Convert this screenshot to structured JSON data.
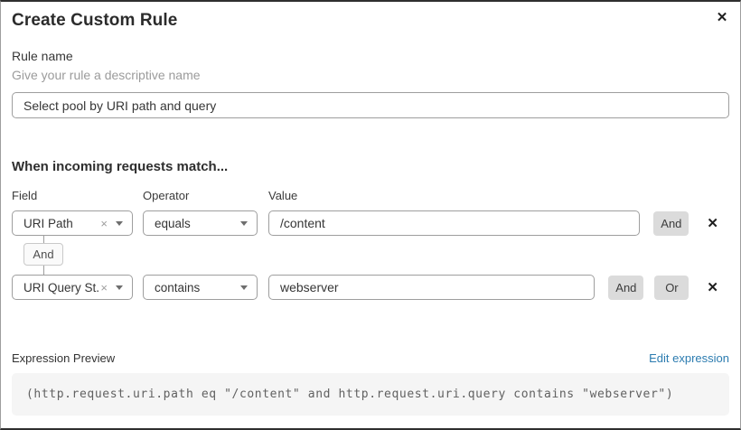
{
  "modal": {
    "title": "Create Custom Rule",
    "close_icon": "✕"
  },
  "rule_name": {
    "label": "Rule name",
    "helper": "Give your rule a descriptive name",
    "value": "Select pool by URI path and query"
  },
  "matcher": {
    "heading": "When incoming requests match...",
    "columns": {
      "field": "Field",
      "operator": "Operator",
      "value": "Value"
    },
    "rows": [
      {
        "field": "URI Path",
        "operator": "equals",
        "value": "/content",
        "buttons": [
          "And"
        ]
      },
      {
        "field": "URI Query St...",
        "operator": "contains",
        "value": "webserver",
        "buttons": [
          "And",
          "Or"
        ]
      }
    ],
    "connector_label": "And",
    "clear_icon": "×",
    "remove_icon": "✕"
  },
  "expression": {
    "label": "Expression Preview",
    "edit_link": "Edit expression",
    "code": "(http.request.uri.path eq \"/content\" and http.request.uri.query contains \"webserver\")"
  },
  "colors": {
    "link": "#2c7cb0",
    "button_bg": "#dbdbdb",
    "border": "#9e9e9e",
    "code_bg": "#f5f5f5",
    "title_text": "#2b2b2b"
  }
}
